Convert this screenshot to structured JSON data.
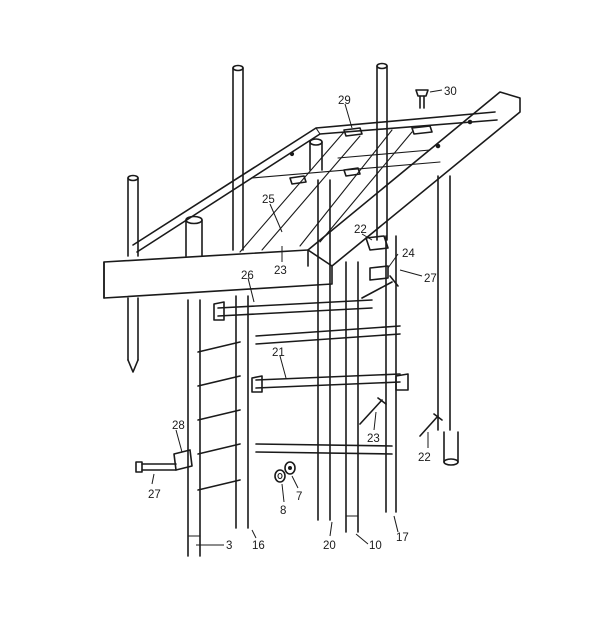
{
  "callouts": [
    {
      "id": "30",
      "text": "30"
    },
    {
      "id": "29",
      "text": "29"
    },
    {
      "id": "25",
      "text": "25"
    },
    {
      "id": "22a",
      "text": "22"
    },
    {
      "id": "24",
      "text": "24"
    },
    {
      "id": "23a",
      "text": "23"
    },
    {
      "id": "26",
      "text": "26"
    },
    {
      "id": "27a",
      "text": "27"
    },
    {
      "id": "21",
      "text": "21"
    },
    {
      "id": "28",
      "text": "28"
    },
    {
      "id": "23b",
      "text": "23"
    },
    {
      "id": "22b",
      "text": "22"
    },
    {
      "id": "27b",
      "text": "27"
    },
    {
      "id": "7",
      "text": "7"
    },
    {
      "id": "8",
      "text": "8"
    },
    {
      "id": "3",
      "text": "3"
    },
    {
      "id": "16",
      "text": "16"
    },
    {
      "id": "20",
      "text": "20"
    },
    {
      "id": "10",
      "text": "10"
    },
    {
      "id": "17",
      "text": "17"
    }
  ]
}
